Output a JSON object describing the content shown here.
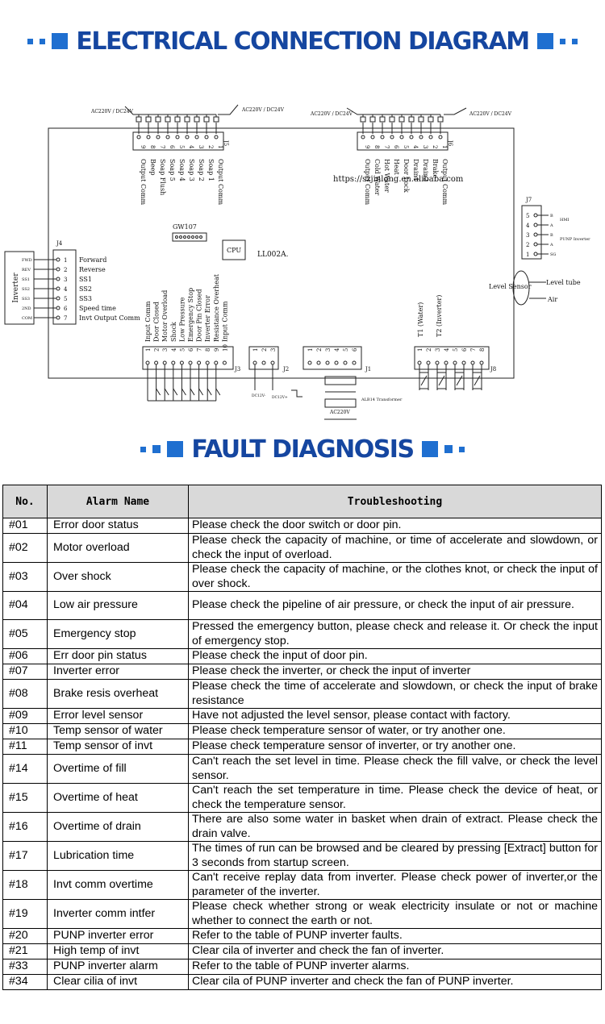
{
  "header": {
    "title": "ELECTRICAL CONNECTION DIAGRAM"
  },
  "diagram": {
    "board": "LL002A.",
    "cpu": "CPU",
    "gw": "GW107",
    "url": "https://szjinlong.en.alibaba.com",
    "power_label": "AC220V / DC24V",
    "j5": {
      "label": "J5",
      "pins": [
        "9",
        "8",
        "7",
        "6",
        "5",
        "4",
        "3",
        "2",
        "1"
      ],
      "signals": [
        "Output Comm",
        "Beep",
        "Soap Flush",
        "Soap 5",
        "Soap 4",
        "Soap 3",
        "Soap 2",
        "Soap 1",
        "Output Comm"
      ]
    },
    "j6": {
      "label": "J6",
      "pins": [
        "9",
        "8",
        "7",
        "6",
        "5",
        "4",
        "3",
        "2",
        "1"
      ],
      "signals": [
        "Output Comm",
        "Cold Water",
        "Hot Water",
        "Heat",
        "Door Lock",
        "Drain1",
        "Drain2",
        "Brake",
        "Output Comm"
      ]
    },
    "j7": {
      "label": "J7",
      "pins": [
        "5",
        "4",
        "3",
        "2",
        "1"
      ],
      "signals": [
        "B",
        "A",
        "B",
        "A",
        "SG"
      ],
      "notes": [
        "HMI",
        "PUNP Inverter"
      ]
    },
    "j4": {
      "label": "J4",
      "pins": [
        "1",
        "2",
        "3",
        "4",
        "5",
        "6",
        "7"
      ],
      "left": [
        "FWD",
        "REV",
        "SS1",
        "SS2",
        "SS3",
        "2ND",
        "COM"
      ],
      "signals": [
        "Forward",
        "Reverse",
        "SS1",
        "SS2",
        "SS3",
        "Speed time",
        "Invt Output Comm"
      ],
      "device": "Inverter"
    },
    "j3": {
      "label": "J3",
      "pins": [
        "1",
        "2",
        "3",
        "4",
        "5",
        "6",
        "7",
        "8",
        "9",
        "10"
      ],
      "signals": [
        "Input Comm",
        "Door Closed",
        "Motor Overload",
        "Shock",
        "Low Pressure",
        "Emergency Stop",
        "Door Pin Closed",
        "Inverter Error",
        "Resistance Overheat",
        "Input Comm"
      ]
    },
    "j2": {
      "label": "J2",
      "pins": [
        "1",
        "2",
        "3"
      ],
      "notes": [
        "DC12V-",
        "DC12V+"
      ]
    },
    "j1": {
      "label": "J1",
      "pins": [
        "1",
        "2",
        "3",
        "4",
        "5",
        "6"
      ],
      "transformer": "ALB14 Transformer",
      "supply": "AC220V"
    },
    "j8": {
      "label": "J8",
      "pins": [
        "1",
        "2",
        "3",
        "4",
        "5",
        "6",
        "7",
        "8"
      ],
      "signals": [
        "T1 (Water)",
        "T2 (Inverter)"
      ]
    },
    "sensor": {
      "name": "Level Sensor",
      "tube": "Level tube",
      "air": "Air"
    }
  },
  "fault": {
    "title": "FAULT DIAGNOSIS",
    "headers": [
      "No.",
      "Alarm Name",
      "Troubleshooting"
    ],
    "rows": [
      [
        "#01",
        "Error door status",
        "Please check the door switch or door pin."
      ],
      [
        "#02",
        "Motor overload",
        "Please check the capacity of machine, or time of accelerate and slowdown, or check the input of overload."
      ],
      [
        "#03",
        "Over shock",
        "Please check the capacity of machine, or the clothes knot, or check the input of over shock."
      ],
      [
        "#04",
        "Low air pressure",
        "Please check the pipeline of air pressure, or check the input of air pressure."
      ],
      [
        "#05",
        "Emergency stop",
        "Pressed the emergency button, please check and release it. Or check the input of emergency stop."
      ],
      [
        "#06",
        "Err door pin status",
        "Please check the input of door pin."
      ],
      [
        "#07",
        "Inverter error",
        "Please check the inverter, or check the input of inverter"
      ],
      [
        "#08",
        "Brake resis overheat",
        "Please check the time of accelerate and slowdown, or check the input of brake resistance"
      ],
      [
        "#09",
        "Error level sensor",
        "Have not adjusted the level sensor, please contact with factory."
      ],
      [
        "#10",
        "Temp sensor of water",
        "Please check temperature sensor of water, or try another one."
      ],
      [
        "#11",
        "Temp sensor of invt",
        "Please check temperature sensor of inverter, or try another one."
      ],
      [
        "#14",
        "Overtime of fill",
        "Can't reach the set level in time. Please check the fill valve, or check the level sensor."
      ],
      [
        "#15",
        "Overtime of heat",
        "Can't reach the set temperature in time. Please check the device of heat, or check the temperature sensor."
      ],
      [
        "#16",
        "Overtime of drain",
        "There are also some water in basket when drain of extract. Please check the drain valve."
      ],
      [
        "#17",
        "Lubrication time",
        "The times of run can be browsed and be cleared   by pressing [Extract] button for 3 seconds from startup screen."
      ],
      [
        "#18",
        "Invt comm overtime",
        "Can't receive replay data from inverter. Please check power of inverter,or the parameter of the inverter."
      ],
      [
        "#19",
        "Inverter comm intfer",
        "Please check whether strong or weak electricity insulate or not or machine whether to connect the earth or not."
      ],
      [
        "#20",
        "PUNP inverter error",
        "Refer to the table of PUNP inverter faults."
      ],
      [
        "#21",
        "High temp of invt",
        "Clear cila of inverter and check the fan of inverter."
      ],
      [
        "#33",
        "PUNP inverter alarm",
        "Refer to the table of PUNP inverter alarms."
      ],
      [
        "#34",
        "Clear cilia of invt",
        "Clear cila of PUNP inverter and check the fan of PUNP inverter."
      ]
    ]
  },
  "colors": {
    "accent": "#1f6fd0",
    "title": "#1546a0",
    "header_bg": "#d9d9d9"
  }
}
